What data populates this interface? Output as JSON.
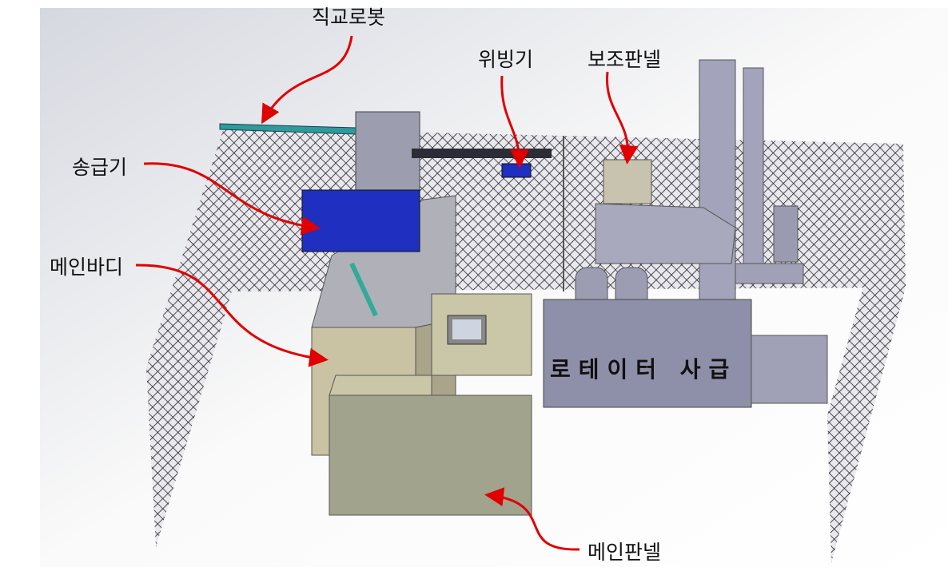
{
  "labels": {
    "orthogonal_robot": "직교로봇",
    "weaver": "위빙기",
    "aux_panel": "보조판넬",
    "feeder": "송급기",
    "main_body": "메인바디",
    "main_panel": "메인판넬"
  },
  "machine_text": "로테이터 사급",
  "colors": {
    "arrow": "#e00000",
    "feeder": "#1f2fc0",
    "rail": "#2f9a9a",
    "body": "#c9c3a4",
    "machine": "#8e8fa8"
  }
}
